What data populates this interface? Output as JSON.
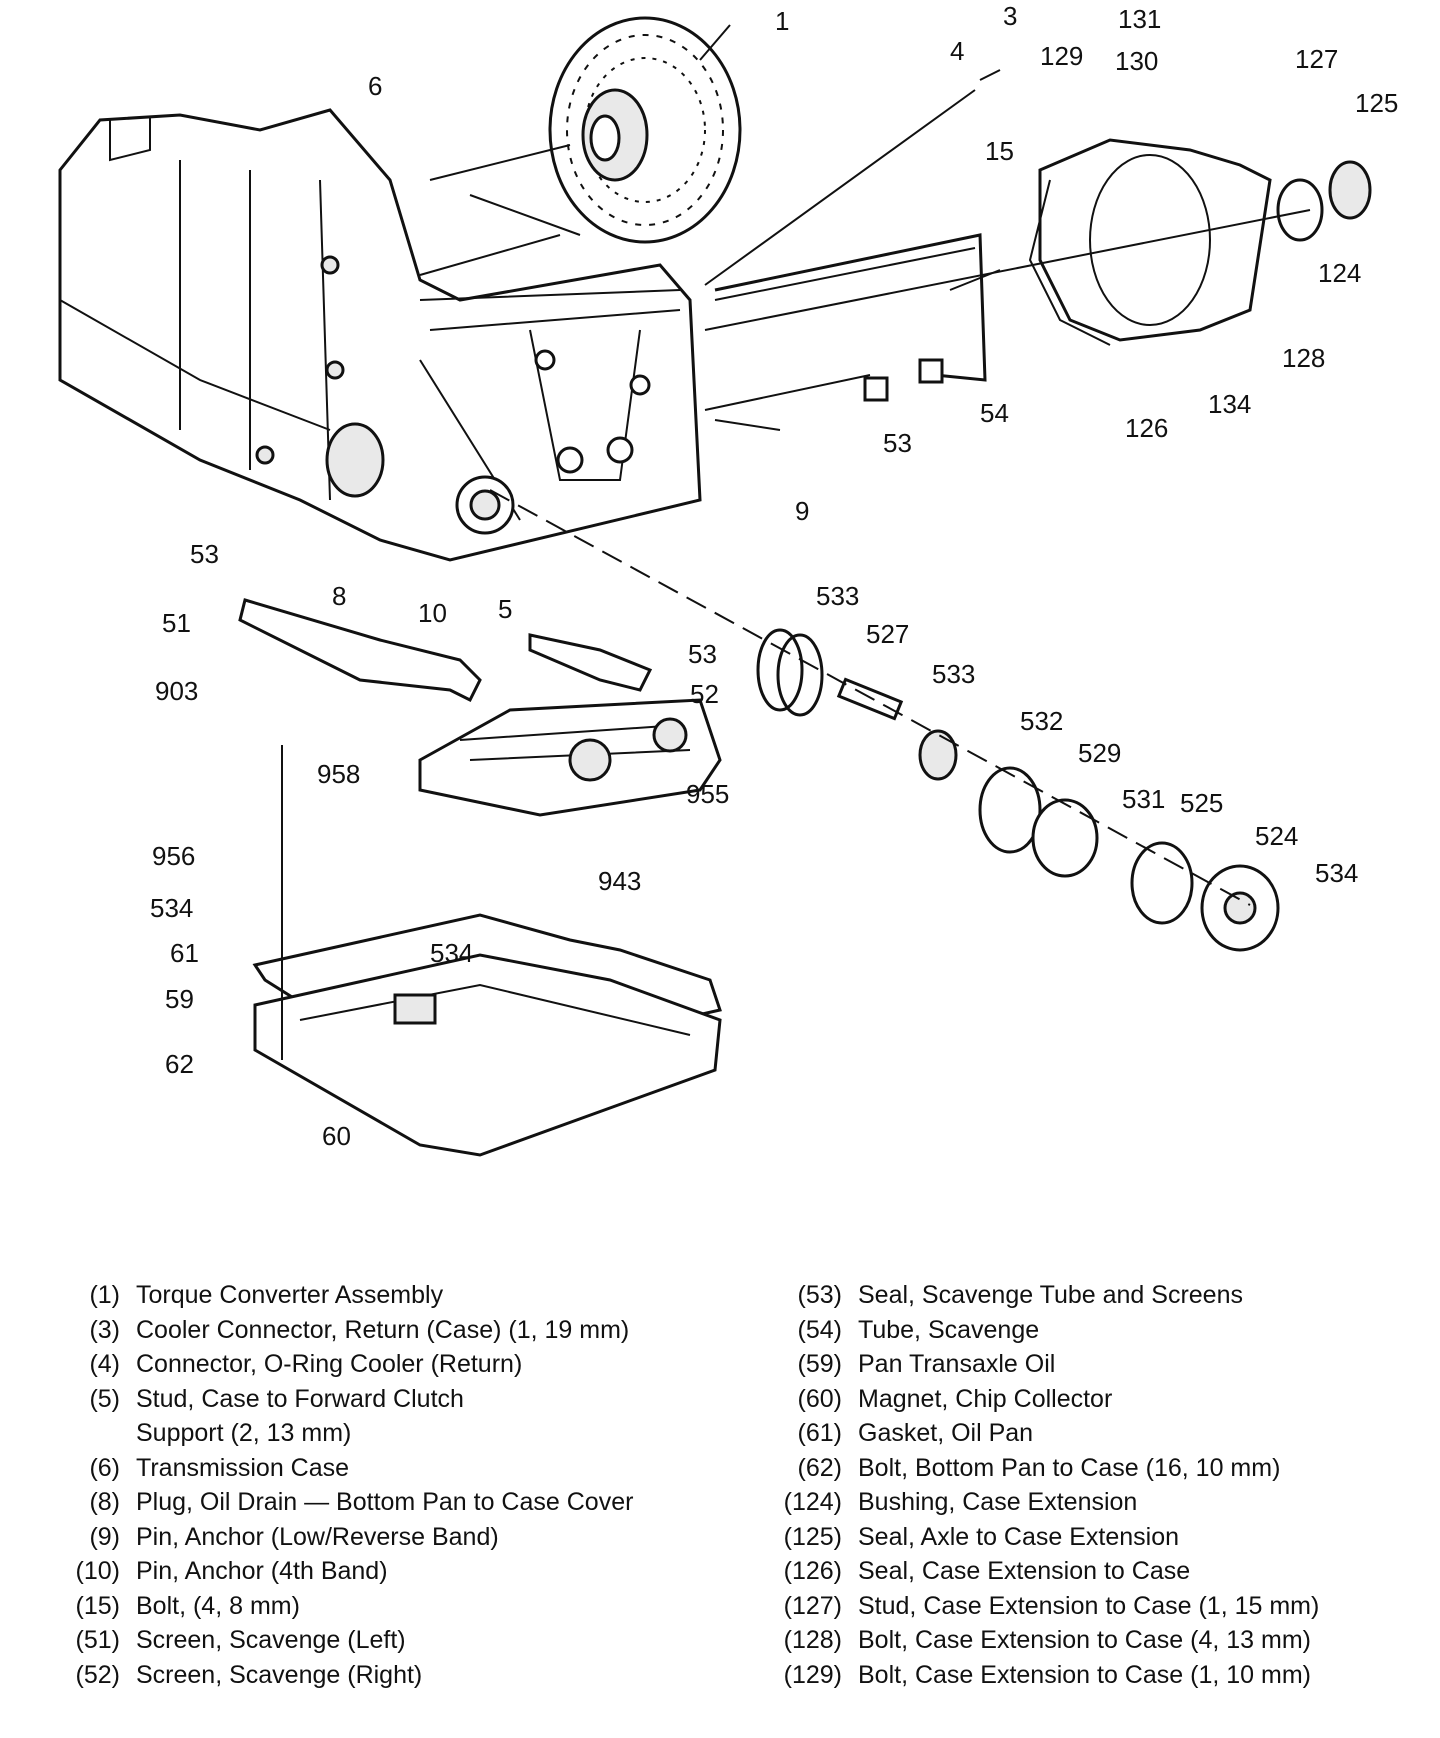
{
  "callouts": [
    "1",
    "3",
    "4",
    "129",
    "131",
    "130",
    "127",
    "125",
    "6",
    "15",
    "124",
    "128",
    "134",
    "126",
    "54",
    "53",
    "53",
    "9",
    "8",
    "10",
    "5",
    "51",
    "533",
    "527",
    "53",
    "52",
    "533",
    "903",
    "532",
    "529",
    "958",
    "955",
    "531",
    "525",
    "524",
    "534",
    "956",
    "943",
    "534",
    "534",
    "61",
    "59",
    "62",
    "60"
  ],
  "legend": {
    "left": [
      {
        "num": "(1)",
        "text": "Torque Converter Assembly"
      },
      {
        "num": "(3)",
        "text": "Cooler Connector, Return (Case) (1, 19 mm)"
      },
      {
        "num": "(4)",
        "text": "Connector, O-Ring Cooler (Return)"
      },
      {
        "num": "(5)",
        "text": "Stud, Case to Forward Clutch\nSupport (2, 13 mm)"
      },
      {
        "num": "(6)",
        "text": "Transmission Case"
      },
      {
        "num": "(8)",
        "text": "Plug, Oil Drain — Bottom Pan to Case Cover"
      },
      {
        "num": "(9)",
        "text": "Pin, Anchor (Low/Reverse Band)"
      },
      {
        "num": "(10)",
        "text": "Pin, Anchor (4th  Band)"
      },
      {
        "num": "(15)",
        "text": "Bolt, (4, 8 mm)"
      },
      {
        "num": "(51)",
        "text": "Screen, Scavenge (Left)"
      },
      {
        "num": "(52)",
        "text": "Screen, Scavenge (Right)"
      }
    ],
    "right": [
      {
        "num": "(53)",
        "text": "Seal, Scavenge Tube and Screens"
      },
      {
        "num": "(54)",
        "text": "Tube, Scavenge"
      },
      {
        "num": "(59)",
        "text": "Pan Transaxle Oil"
      },
      {
        "num": "(60)",
        "text": "Magnet, Chip Collector"
      },
      {
        "num": "(61)",
        "text": "Gasket, Oil Pan"
      },
      {
        "num": "(62)",
        "text": "Bolt, Bottom Pan to Case (16, 10 mm)"
      },
      {
        "num": "(124)",
        "text": "Bushing, Case Extension"
      },
      {
        "num": "(125)",
        "text": "Seal, Axle to Case Extension"
      },
      {
        "num": "(126)",
        "text": "Seal, Case Extension to Case"
      },
      {
        "num": "(127)",
        "text": "Stud, Case Extension to Case (1, 15 mm)"
      },
      {
        "num": "(128)",
        "text": "Bolt, Case Extension to Case (4, 13 mm)"
      },
      {
        "num": "(129)",
        "text": "Bolt, Case Extension to Case (1, 10 mm)"
      }
    ]
  }
}
